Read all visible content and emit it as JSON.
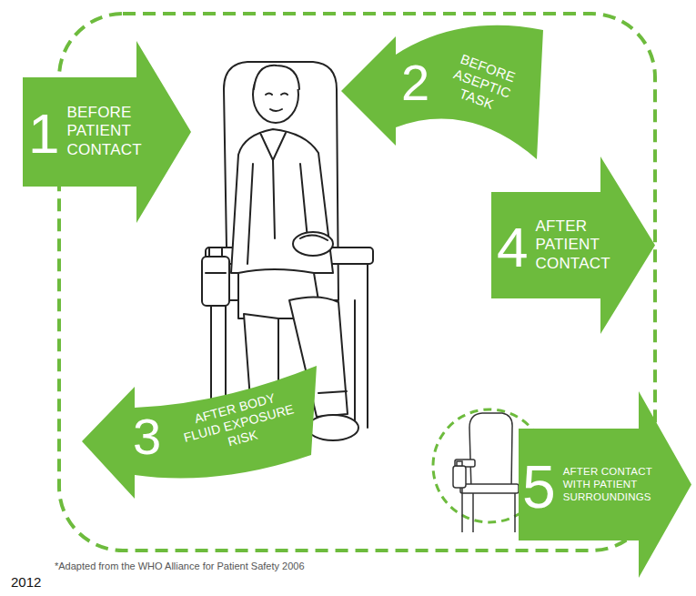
{
  "diagram": {
    "nodes": [
      {
        "text": [
          "1",
          "BEFORE PATIENT CONTACT"
        ]
      },
      {
        "text": [
          "2",
          "BEFORE ASEPTIC TASK"
        ]
      },
      {
        "text": [
          "3",
          "AFTER BODY FLUID EXPOSURE RISK"
        ]
      },
      {
        "text": [
          "4",
          "AFTER PATIENT CONTACT"
        ]
      },
      {
        "text": [
          "5",
          "AFTER CONTACT WITH PATIENT SURROUNDINGS"
        ]
      }
    ],
    "labels": [
      "*Adapted from the WHO Alliance for Patient Safety 2006",
      "2012"
    ]
  }
}
